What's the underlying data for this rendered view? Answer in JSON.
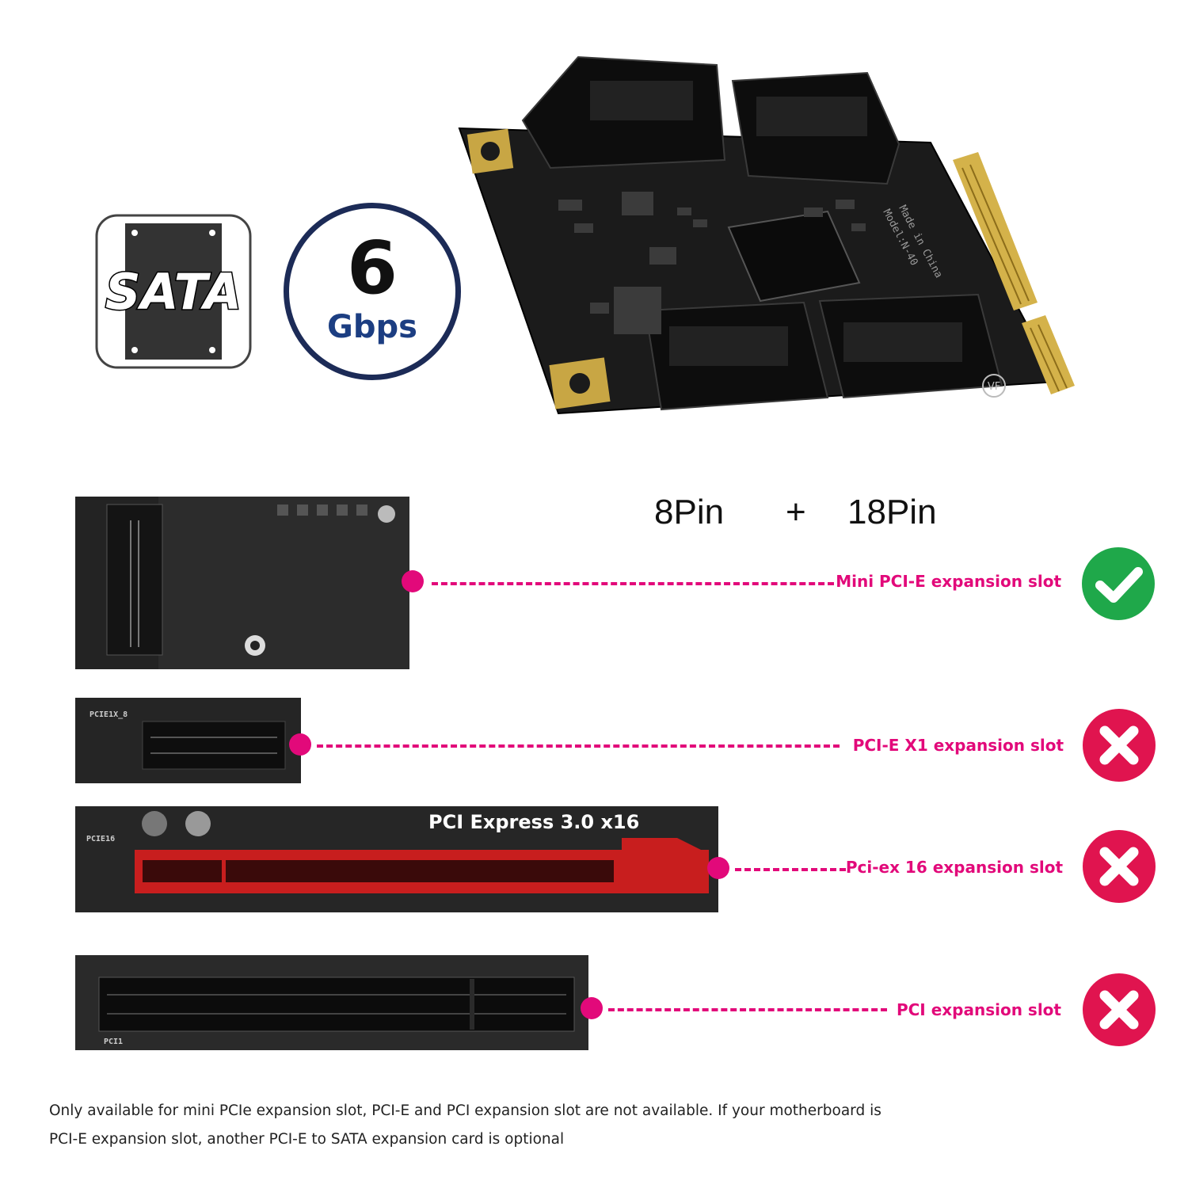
{
  "logo": {
    "text": "SATA"
  },
  "badge": {
    "number": "6",
    "unit": "Gbps"
  },
  "product": {
    "pcb_text_1": "Made in China",
    "pcb_text_2": "Model:N-40",
    "brand_mark": "VF"
  },
  "pins": {
    "left": "8Pin",
    "plus": "+",
    "right": "18Pin"
  },
  "slots": [
    {
      "label": "Mini PCI-E expansion slot",
      "status": "check-icon"
    },
    {
      "label": "PCI-E X1 expansion slot",
      "status": "cross-icon"
    },
    {
      "label": "Pci-ex 16 expansion slot",
      "status": "cross-icon"
    },
    {
      "label": "PCI expansion slot",
      "status": "cross-icon"
    }
  ],
  "slot_board_text": {
    "pcie_x16_title": "PCI Express 3.0 x16",
    "pcie_x1_silk": "PCIE1X_8",
    "pcie_x16_silk": "PCIE16",
    "pci_silk": "PCI1"
  },
  "colors": {
    "accent": "#e2097a",
    "ok": "#1fa84a",
    "bad": "#e0144f",
    "navy": "#1c2b57"
  },
  "footnote": {
    "line1": "Only available for mini PCIe expansion slot, PCI-E and PCI expansion slot are not available. If your motherboard is",
    "line2": "PCI-E expansion slot, another PCI-E to SATA expansion card is optional"
  }
}
